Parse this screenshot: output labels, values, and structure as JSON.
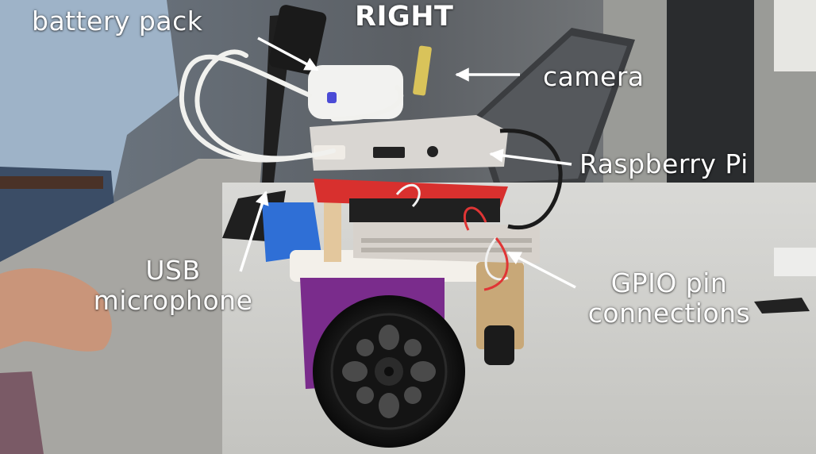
{
  "annotations": {
    "heading": "RIGHT",
    "battery_pack": "battery pack",
    "camera": "camera",
    "raspberry_pi": "Raspberry Pi",
    "usb_microphone_line1": "USB",
    "usb_microphone_line2": "microphone",
    "gpio_line1": "GPIO pin",
    "gpio_line2": "connections"
  }
}
